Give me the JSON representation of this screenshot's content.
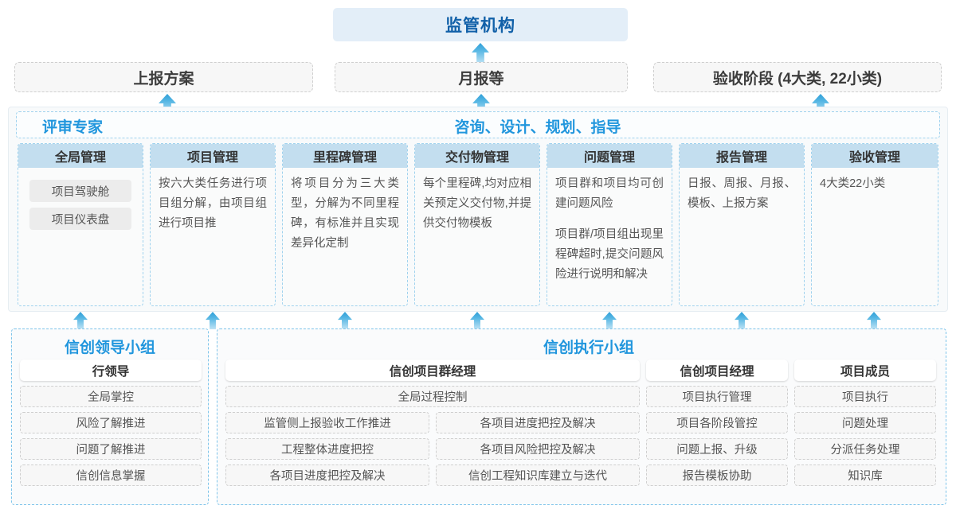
{
  "top": {
    "regulator": "监管机构",
    "reports": [
      {
        "label": "上报方案"
      },
      {
        "label": "月报等"
      },
      {
        "label": "验收阶段 (4大类, 22小类)"
      }
    ]
  },
  "middle": {
    "left_title": "评审专家",
    "center_title": "咨询、设计、规划、指导",
    "columns": [
      {
        "header": "全局管理",
        "paragraphs": [],
        "pills": [
          "项目驾驶舱",
          "项目仪表盘"
        ]
      },
      {
        "header": "项目管理",
        "paragraphs": [
          "按六大类任务进行项目组分解，由项目组进行项目推"
        ],
        "pills": []
      },
      {
        "header": "里程碑管理",
        "paragraphs": [
          "将项目分为三大类型，分解为不同里程碑，有标准并且实现差异化定制"
        ],
        "pills": []
      },
      {
        "header": "交付物管理",
        "paragraphs": [
          "每个里程碑,均对应相关预定义交付物,并提供交付物模板"
        ],
        "pills": []
      },
      {
        "header": "问题管理",
        "paragraphs": [
          "项目群和项目均可创建问题风险",
          "项目群/项目组出现里程碑超时,提交问题风险进行说明和解决"
        ],
        "pills": []
      },
      {
        "header": "报告管理",
        "paragraphs": [
          "日报、周报、月报、模板、上报方案"
        ],
        "pills": []
      },
      {
        "header": "验收管理",
        "paragraphs": [
          "4大类22小类"
        ],
        "pills": []
      }
    ]
  },
  "bottom": {
    "left_group": {
      "title": "信创领导小组",
      "head": "行领导",
      "items": [
        "全局掌控",
        "风险了解推进",
        "问题了解推进",
        "信创信息掌握"
      ]
    },
    "right_group": {
      "title": "信创执行小组",
      "program_manager": {
        "head": "信创项目群经理",
        "full_width_item": "全局过程控制",
        "left_items": [
          "监管侧上报验收工作推进",
          "工程整体进度把控",
          "各项目进度把控及解决"
        ],
        "right_items": [
          "各项目进度把控及解决",
          "各项目风险把控及解决",
          "信创工程知识库建立与迭代"
        ]
      },
      "project_manager": {
        "head": "信创项目经理",
        "items": [
          "项目执行管理",
          "项目各阶段管控",
          "问题上报、升级",
          "报告模板协助"
        ]
      },
      "member": {
        "head": "项目成员",
        "items": [
          "项目执行",
          "问题处理",
          "分派任务处理",
          "知识库"
        ]
      }
    }
  },
  "arrows": {
    "to_regulator": "arrow-up-icon",
    "to_reports": "arrow-up-icon",
    "to_middle": "arrow-up-icon"
  },
  "colors": {
    "accent_blue": "#2196dd",
    "regulator_text": "#1160a8",
    "regulator_bg": "#e3eef8",
    "column_header_bg": "#c3deef",
    "dash_border": "#cfcfcf",
    "blue_dash_border": "#9fd2ee"
  }
}
